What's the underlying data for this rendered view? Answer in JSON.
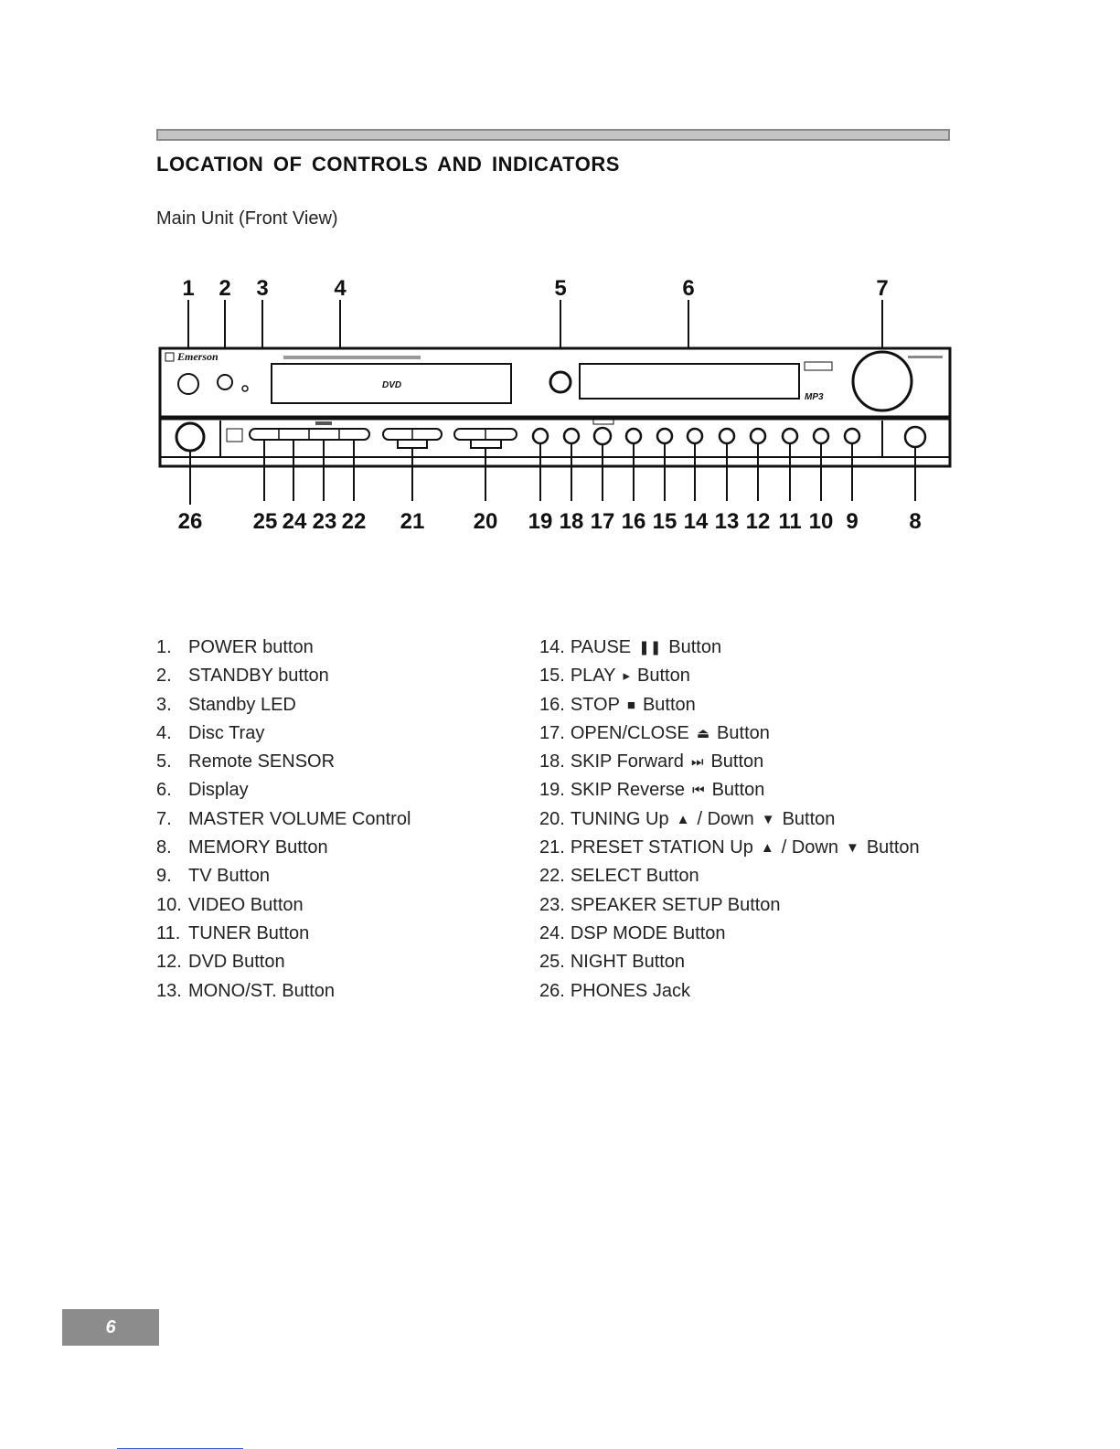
{
  "section": {
    "title": "LOCATION  OF  CONTROLS  AND  INDICATORS",
    "subtitle": "Main Unit (Front View)"
  },
  "diagram": {
    "brand": "Emerson",
    "disc_logo": "DVD",
    "mp3_logo": "MP3",
    "callouts_top": [
      "1",
      "2",
      "3",
      "4",
      "5",
      "6",
      "7"
    ],
    "callouts_bottom": [
      "26",
      "25",
      "24",
      "23",
      "22",
      "21",
      "20",
      "19",
      "18",
      "17",
      "16",
      "15",
      "14",
      "13",
      "12",
      "11",
      "10",
      "9",
      "8"
    ]
  },
  "legend_left": [
    {
      "num": "1.",
      "text": "POWER button"
    },
    {
      "num": "2.",
      "text": "STANDBY button"
    },
    {
      "num": "3.",
      "text": "Standby LED"
    },
    {
      "num": "4.",
      "text": "Disc Tray"
    },
    {
      "num": "5.",
      "text": "Remote SENSOR"
    },
    {
      "num": "6.",
      "text": "Display"
    },
    {
      "num": "7.",
      "text": "MASTER VOLUME Control"
    },
    {
      "num": "8.",
      "text": "MEMORY Button"
    },
    {
      "num": "9.",
      "text": "TV Button"
    },
    {
      "num": "10.",
      "text": "VIDEO Button"
    },
    {
      "num": "11.",
      "text": "TUNER Button"
    },
    {
      "num": "12.",
      "text": "DVD Button"
    },
    {
      "num": "13.",
      "text": "MONO/ST. Button"
    }
  ],
  "legend_right": [
    {
      "num": "14.",
      "text": "PAUSE",
      "symbol": "❚❚",
      "symbol_name": "pause-icon",
      "text2": "Button"
    },
    {
      "num": "15.",
      "text": "PLAY",
      "symbol": "▸",
      "symbol_name": "play-icon",
      "text2": "Button"
    },
    {
      "num": "16.",
      "text": "STOP",
      "symbol": "■",
      "symbol_name": "stop-icon",
      "text2": "Button"
    },
    {
      "num": "17.",
      "text": "OPEN/CLOSE",
      "symbol": "⏏",
      "symbol_name": "eject-icon",
      "text2": "Button"
    },
    {
      "num": "18.",
      "text": "SKIP Forward",
      "symbol": "⏭",
      "symbol_name": "skip-forward-icon",
      "text2": "Button"
    },
    {
      "num": "19.",
      "text": "SKIP Reverse",
      "symbol": "⏮",
      "symbol_name": "skip-reverse-icon",
      "text2": "Button"
    },
    {
      "num": "20.",
      "text": "TUNING Up",
      "symbol": "▲",
      "symbol_name": "up-arrow-icon",
      "text2": "/ Down",
      "symbol2": "▼",
      "symbol2_name": "down-arrow-icon",
      "text3": "Button"
    },
    {
      "num": "21.",
      "text": "PRESET STATION Up",
      "symbol": "▲",
      "symbol_name": "up-arrow-icon",
      "text2": "/ Down",
      "symbol2": "▼",
      "symbol2_name": "down-arrow-icon",
      "text3": "Button"
    },
    {
      "num": "22.",
      "text": "SELECT Button"
    },
    {
      "num": "23.",
      "text": "SPEAKER SETUP Button"
    },
    {
      "num": "24.",
      "text": "DSP MODE Button"
    },
    {
      "num": "25.",
      "text": "NIGHT Button"
    },
    {
      "num": "26.",
      "text": "PHONES Jack"
    }
  ],
  "page_number": "6"
}
